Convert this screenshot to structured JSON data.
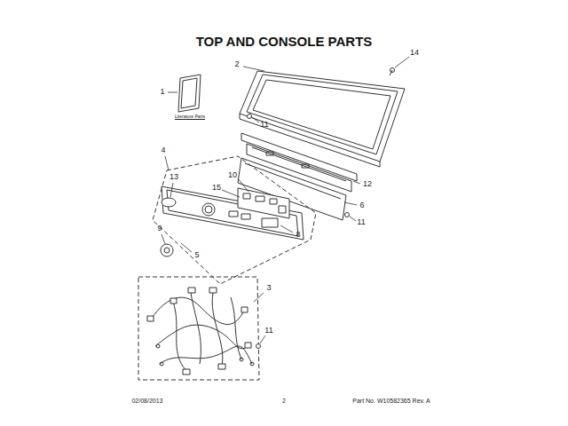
{
  "diagram": {
    "title": "TOP AND CONSOLE PARTS",
    "labels": [
      "1",
      "Literature Parts",
      "2",
      "14",
      "11",
      "12",
      "6",
      "11",
      "4",
      "13",
      "10",
      "15",
      "8",
      "9",
      "5",
      "3",
      "11",
      "02/08/2013",
      "2",
      "Part No. W10582365 Rev. A"
    ]
  }
}
